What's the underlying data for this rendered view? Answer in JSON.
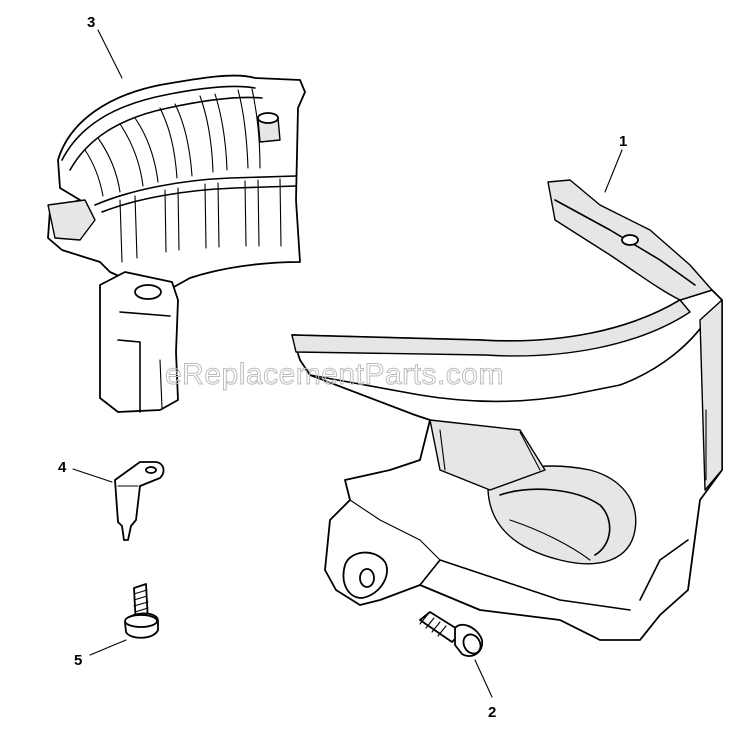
{
  "watermark": "eReplacementParts.com",
  "callouts": [
    {
      "id": "1",
      "label": "1"
    },
    {
      "id": "2",
      "label": "2"
    },
    {
      "id": "3",
      "label": "3"
    },
    {
      "id": "4",
      "label": "4"
    },
    {
      "id": "5",
      "label": "5"
    }
  ]
}
